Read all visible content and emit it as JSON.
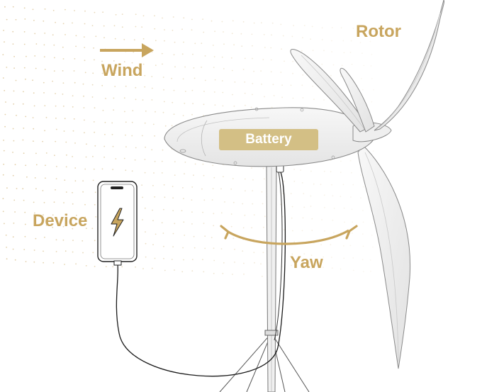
{
  "labels": {
    "wind": "Wind",
    "rotor": "Rotor",
    "battery": "Battery",
    "device": "Device",
    "yaw": "Yaw"
  },
  "colors": {
    "accent": "#C8A55E",
    "battery_fill": "#D3BF85",
    "outline": "#8A8A8A",
    "cable": "#1A1A1A",
    "body_fill": "#EFEFEF"
  },
  "icons": {
    "device": "smartphone-icon",
    "charging": "lightning-bolt-icon",
    "wind_direction": "arrow-right-icon",
    "yaw_motion": "double-curved-arrow-icon"
  }
}
